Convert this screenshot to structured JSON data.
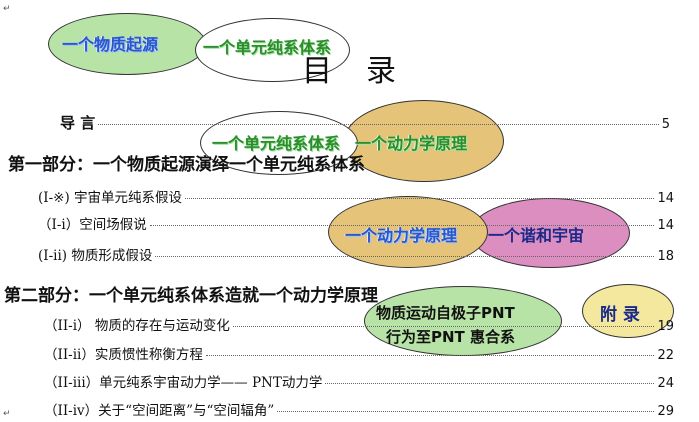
{
  "heading": "目　录",
  "intro": {
    "label": "导 言",
    "page": "5"
  },
  "part_one": {
    "title": "第一部分：一个物质起源演绎一个单元纯系体系"
  },
  "part_one_items": [
    {
      "label": "(I-※) 宇宙单元纯系假设",
      "page": "14"
    },
    {
      "label": "（I-i）空间场假说",
      "page": "14"
    },
    {
      "label": "(I-ii) 物质形成假设",
      "page": "18"
    }
  ],
  "part_two": {
    "title": "第二部分：一个单元纯系体系造就一个动力学原理"
  },
  "part_two_items": [
    {
      "label": "（II-i） 物质的存在与运动变化",
      "page": "19"
    },
    {
      "label": "（II-ii）实质惯性称衡方程",
      "page": "22"
    },
    {
      "label": "（II-iii）单元纯系宇宙动力学—— PNT动力学",
      "page": "24"
    },
    {
      "label": "（II-iv）关于“空间距离”与“空间辐角”",
      "page": "29"
    }
  ],
  "bubbles": {
    "origin": "一个物质起源",
    "system_top": "一个单元纯系体系",
    "system_mid": "一个单元纯系体系",
    "dynamics_mid": "一个动力学原理",
    "dynamics_low": "一个动力学原理",
    "harmony": "一个谐和宇宙",
    "pnt_line1": "物质运动自极子PNT",
    "pnt_line2": "行为至PNT 惠合系",
    "appendix": "附 录"
  },
  "colors": {
    "ellipse_green": "#b8e3a6",
    "ellipse_gold": "#e5c47a",
    "ellipse_pink": "#dc8ec0",
    "ellipse_white": "#ffffff",
    "ellipse_yellow": "#f4e89e"
  }
}
